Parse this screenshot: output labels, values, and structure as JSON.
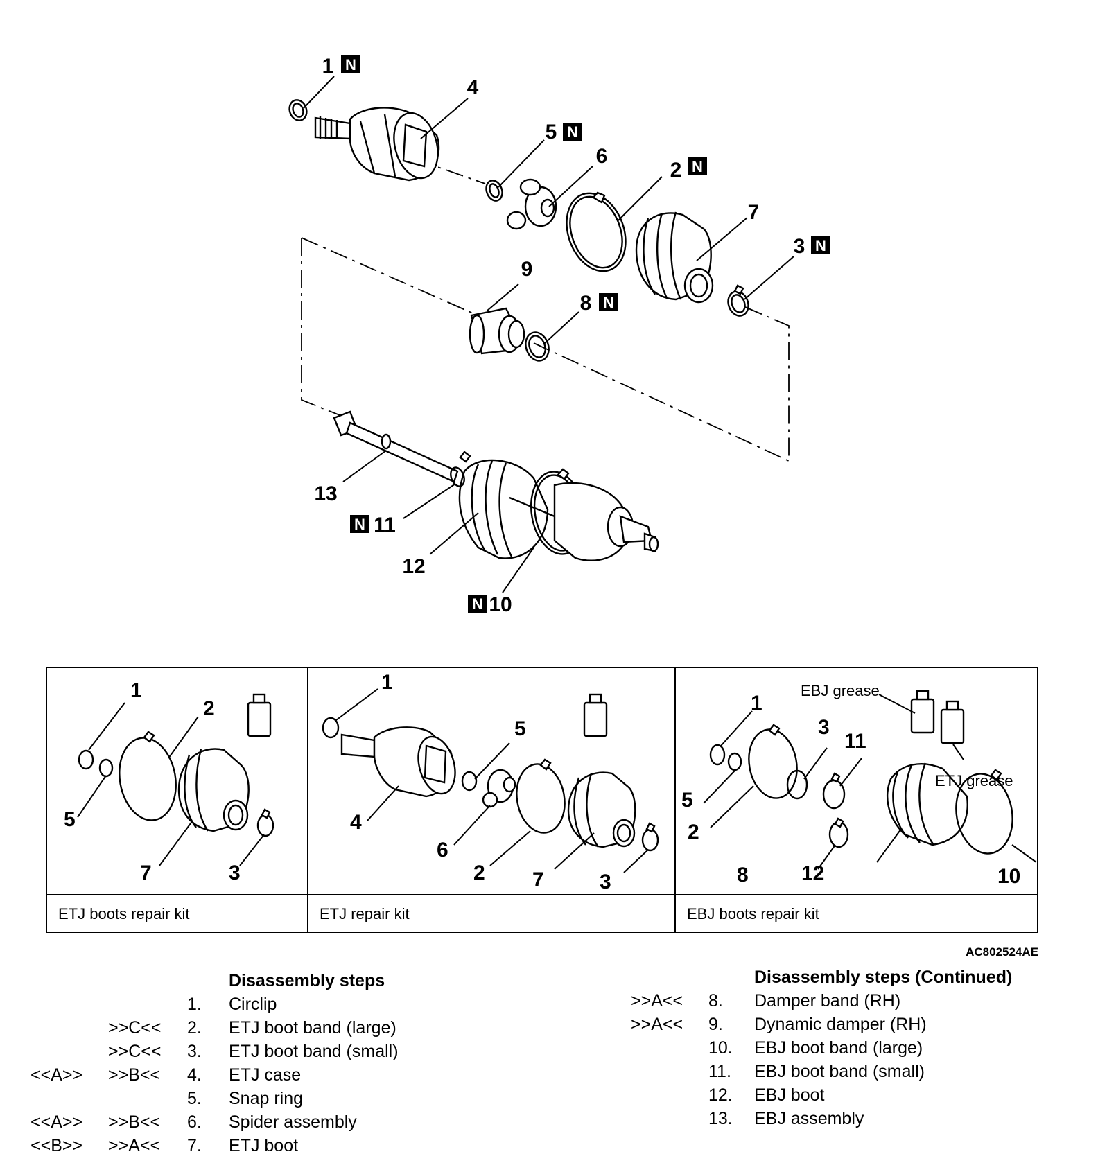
{
  "diagram": {
    "callouts": {
      "c1": "1",
      "c2": "2",
      "c3": "3",
      "c4": "4",
      "c5": "5",
      "c6": "6",
      "c7": "7",
      "c8": "8",
      "c9": "9",
      "c10": "10",
      "c11": "11",
      "c12": "12",
      "c13": "13"
    },
    "new_part_mark": "N"
  },
  "kits": [
    {
      "caption": "ETJ boots repair kit",
      "callouts": [
        "1",
        "2",
        "5",
        "7",
        "3"
      ]
    },
    {
      "caption": "ETJ repair kit",
      "callouts": [
        "1",
        "5",
        "4",
        "6",
        "2",
        "7",
        "3"
      ]
    },
    {
      "caption": "EBJ boots repair kit",
      "callouts": [
        "1",
        "3",
        "11",
        "5",
        "2",
        "8",
        "12",
        "10"
      ],
      "notes": {
        "ebj_grease": "EBJ grease",
        "etj_grease": "ETJ grease"
      }
    }
  ],
  "figure_id": "AC802524AE",
  "steps_left": {
    "title": "Disassembly steps",
    "rows": [
      {
        "c1": "",
        "c2": "",
        "num": "1.",
        "text": "Circlip"
      },
      {
        "c1": "",
        "c2": ">>C<<",
        "num": "2.",
        "text": "ETJ boot band (large)"
      },
      {
        "c1": "",
        "c2": ">>C<<",
        "num": "3.",
        "text": "ETJ boot band (small)"
      },
      {
        "c1": "<<A>>",
        "c2": ">>B<<",
        "num": "4.",
        "text": "ETJ case"
      },
      {
        "c1": "",
        "c2": "",
        "num": "5.",
        "text": "Snap ring"
      },
      {
        "c1": "<<A>>",
        "c2": ">>B<<",
        "num": "6.",
        "text": "Spider assembly"
      },
      {
        "c1": "<<B>>",
        "c2": ">>A<<",
        "num": "7.",
        "text": "ETJ boot"
      }
    ]
  },
  "steps_right": {
    "title": "Disassembly steps (Continued)",
    "rows": [
      {
        "c2": ">>A<<",
        "num": "8.",
        "text": "Damper band (RH)"
      },
      {
        "c2": ">>A<<",
        "num": "9.",
        "text": "Dynamic damper (RH)"
      },
      {
        "c2": "",
        "num": "10.",
        "text": "EBJ boot band (large)"
      },
      {
        "c2": "",
        "num": "11.",
        "text": "EBJ boot band (small)"
      },
      {
        "c2": "",
        "num": "12.",
        "text": "EBJ boot"
      },
      {
        "c2": "",
        "num": "13.",
        "text": "EBJ assembly"
      }
    ]
  }
}
